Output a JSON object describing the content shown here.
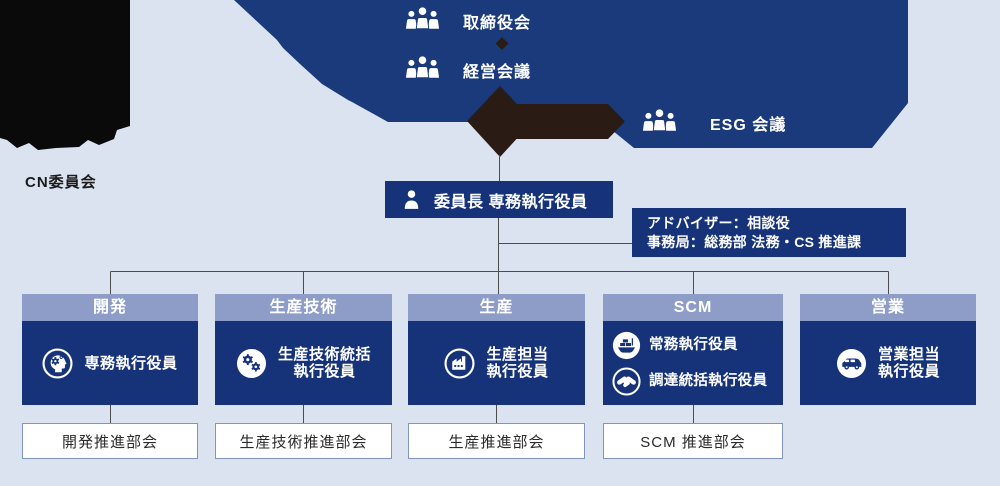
{
  "committee": {
    "label": "CN委員会"
  },
  "top_governance": {
    "board": {
      "label": "取締役会",
      "icon": "people-group-icon"
    },
    "management_meeting": {
      "label": "経営会議",
      "icon": "people-group-icon"
    },
    "esg_meeting": {
      "label": "ESG 会議",
      "icon": "people-group-icon"
    }
  },
  "chairman": {
    "label": "委員長 専務執行役員",
    "icon": "person-icon"
  },
  "advisor_box": {
    "line1": "アドバイザー：相談役",
    "line2": "事務局：総務部 法務・CS 推進課"
  },
  "columns": [
    {
      "header": "開発",
      "icon": "head-gear-icon",
      "role_lines": [
        "専務執行役員",
        ""
      ],
      "subcommittee": "開発推進部会"
    },
    {
      "header": "生産技術",
      "icon": "gears-icon",
      "role_lines": [
        "生産技術統括",
        "執行役員"
      ],
      "subcommittee": "生産技術推進部会"
    },
    {
      "header": "生産",
      "icon": "factory-icon",
      "role_lines": [
        "生産担当",
        "執行役員"
      ],
      "subcommittee": "生産推進部会"
    },
    {
      "header": "SCM",
      "rows": [
        {
          "icon": "ship-icon",
          "label": "常務執行役員"
        },
        {
          "icon": "handshake-icon",
          "label": "調達統括執行役員"
        }
      ],
      "subcommittee": "SCM 推進部会"
    },
    {
      "header": "営業",
      "icon": "car-icon",
      "role_lines": [
        "営業担当",
        "執行役員"
      ],
      "subcommittee": ""
    }
  ],
  "colors": {
    "background": "#dce3f0",
    "top_shape_blue": "#1a3a7c",
    "box_blue": "#16337a",
    "column_header_blue": "#8d9dc7",
    "arrow_black": "#2a1c14",
    "connector_gray": "#4d4d4d",
    "subbox_border": "#8094bf",
    "text_white": "#ffffff",
    "text_dark": "#2b2b2b"
  }
}
